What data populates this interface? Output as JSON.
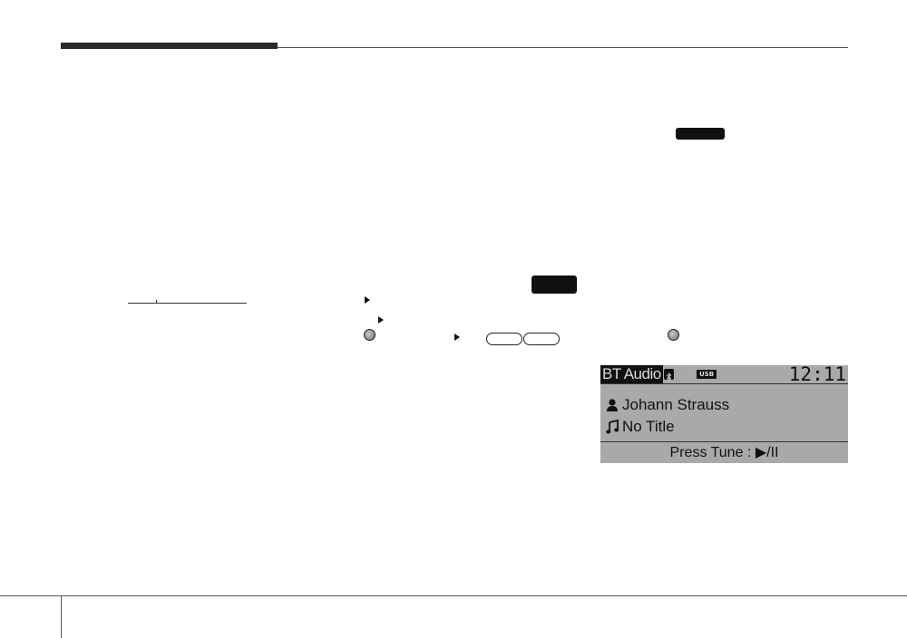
{
  "lcd": {
    "mode_label": "BT Audio",
    "usb_badge": "USB",
    "clock": "12:11",
    "artist": "Johann Strauss",
    "title": "No Title",
    "hint": "Press Tune : ▶/II",
    "icons": {
      "bluetooth": "bluetooth-icon",
      "artist": "person-icon",
      "title": "music-note-icon"
    }
  },
  "colors": {
    "lcd_background": "#a9a9a9",
    "lcd_text": "#111111",
    "rule": "#555555"
  }
}
